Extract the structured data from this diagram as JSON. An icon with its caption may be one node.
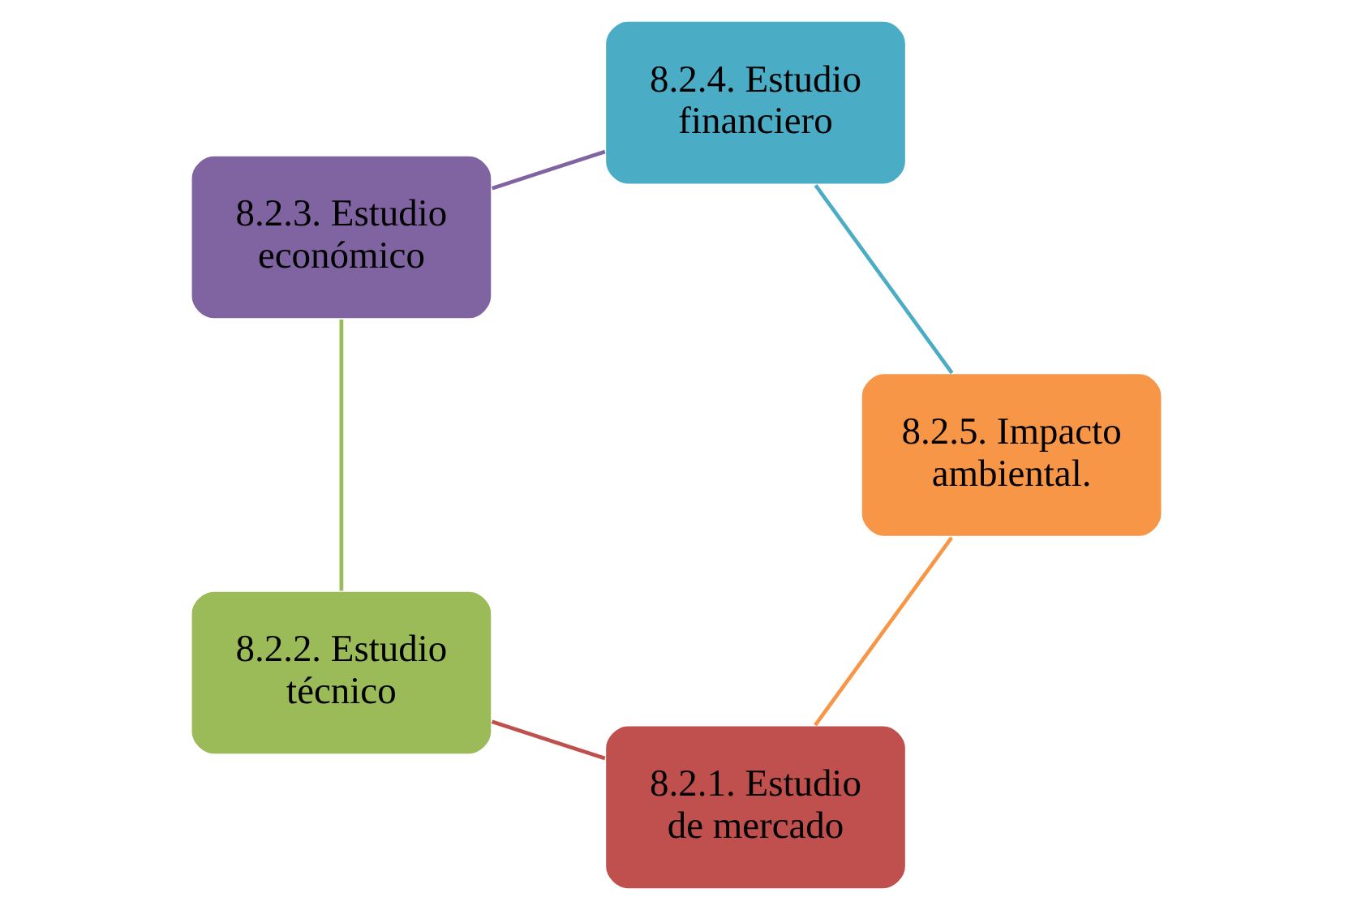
{
  "diagram": {
    "nodes": [
      {
        "text": [
          "8.2.1. Estudio de mercado"
        ]
      },
      {
        "text": [
          "8.2.2. Estudio técnico"
        ]
      },
      {
        "text": [
          "8.2.3. Estudio económico"
        ]
      },
      {
        "text": [
          "8.2.4. Estudio financiero"
        ]
      },
      {
        "text": [
          "8.2.5. Impacto ambiental."
        ]
      }
    ],
    "edges": [
      {
        "from": 0,
        "to": 1,
        "arrow": "none",
        "color": "#c0504d"
      },
      {
        "from": 1,
        "to": 2,
        "arrow": "none",
        "color": "#9bbb59"
      },
      {
        "from": 2,
        "to": 3,
        "arrow": "none",
        "color": "#8064a2"
      },
      {
        "from": 3,
        "to": 4,
        "arrow": "none",
        "color": "#4bacc6"
      },
      {
        "from": 4,
        "to": 0,
        "arrow": "none",
        "color": "#f79646"
      }
    ]
  }
}
